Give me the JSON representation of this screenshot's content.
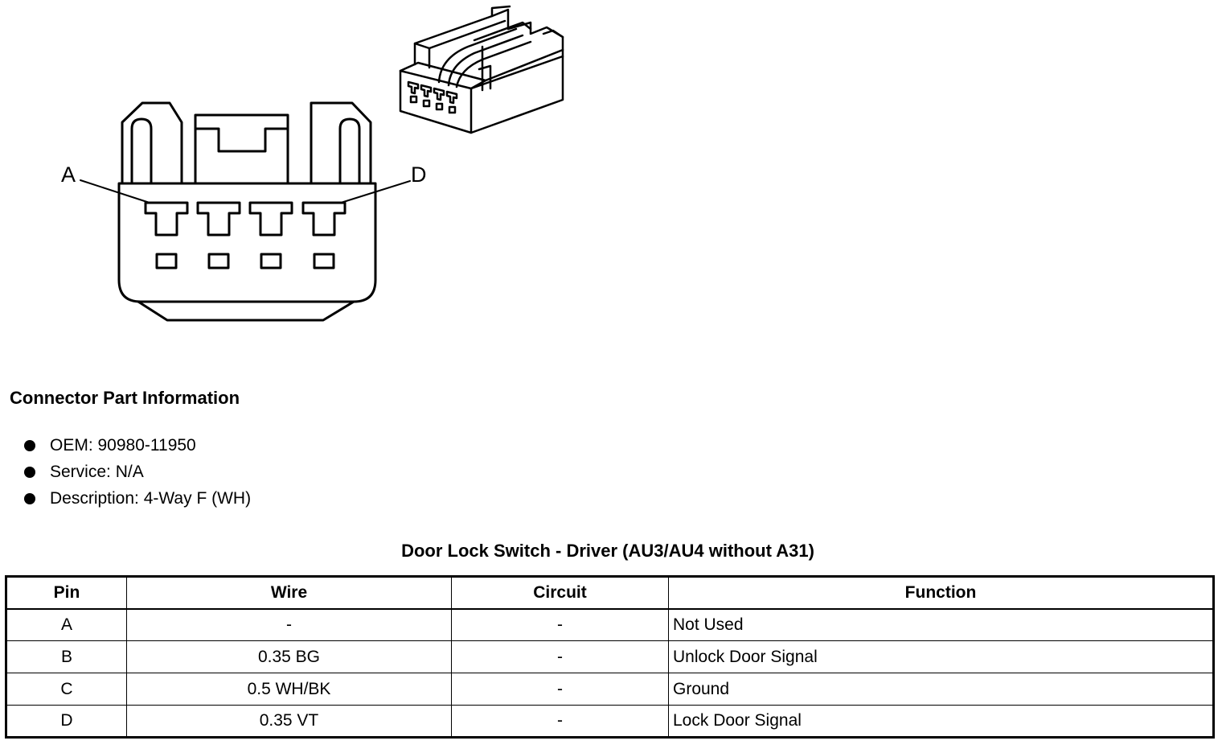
{
  "diagram": {
    "pin_label_left": "A",
    "pin_label_right": "D",
    "icons": [
      "connector-face-drawing",
      "connector-isometric-drawing"
    ]
  },
  "connector_info": {
    "title": "Connector Part Information",
    "items": [
      "OEM: 90980-11950",
      "Service: N/A",
      "Description: 4-Way F (WH)"
    ]
  },
  "table": {
    "title": "Door Lock Switch - Driver (AU3/AU4 without A31)",
    "headers": [
      "Pin",
      "Wire",
      "Circuit",
      "Function"
    ],
    "rows": [
      [
        "A",
        "-",
        "-",
        "Not Used"
      ],
      [
        "B",
        "0.35 BG",
        "-",
        "Unlock Door Signal"
      ],
      [
        "C",
        "0.5 WH/BK",
        "-",
        "Ground"
      ],
      [
        "D",
        "0.35 VT",
        "-",
        "Lock Door Signal"
      ]
    ]
  }
}
